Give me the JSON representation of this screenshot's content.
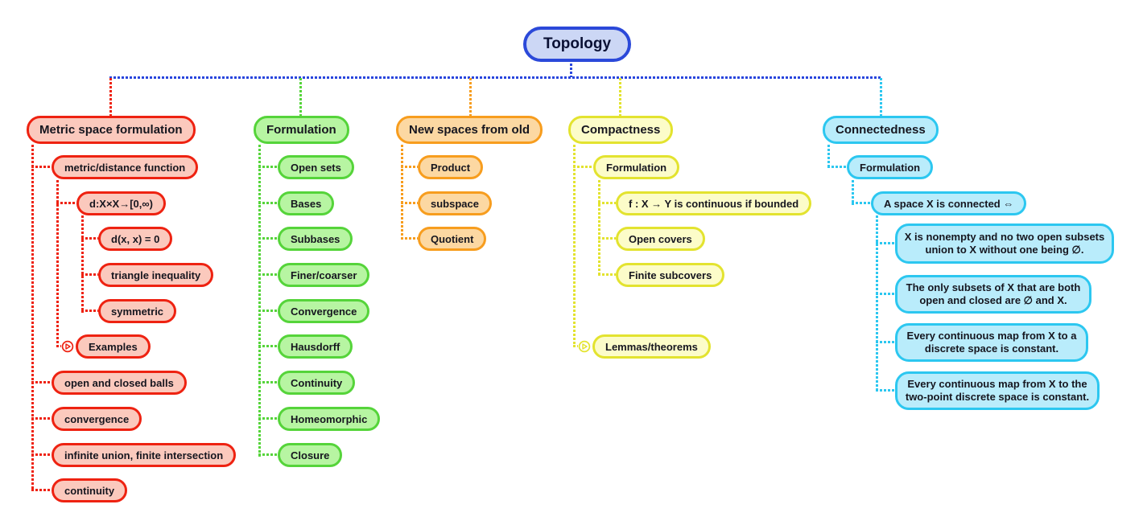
{
  "colors": {
    "root_border": "#2b49d9",
    "root_fill": "#ccd7f5",
    "red_border": "#ee2211",
    "red_fill": "#fbc9bd",
    "green_border": "#55d43a",
    "green_fill": "#b7f5a2",
    "orange_border": "#f79d1e",
    "orange_fill": "#fcd8a2",
    "yellow_border": "#e3e32f",
    "yellow_fill": "#fcfcc9",
    "cyan_border": "#2cc7f0",
    "cyan_fill": "#b9ecfb",
    "top_link": "#2946dd"
  },
  "map": {
    "root": {
      "label": "Topology"
    },
    "branches": [
      {
        "label": "Metric space formulation",
        "color": "red",
        "children": [
          {
            "label": "metric/distance function",
            "children": [
              {
                "label": "d:X×X→[0,∞)",
                "children": [
                  {
                    "label": "d(x, x) = 0"
                  },
                  {
                    "label": "triangle inequality"
                  },
                  {
                    "label": "symmetric"
                  }
                ]
              },
              {
                "label": "Examples",
                "collapsed": true
              }
            ]
          },
          {
            "label": "open and closed balls"
          },
          {
            "label": "convergence"
          },
          {
            "label": "infinite union, finite intersection"
          },
          {
            "label": "continuity"
          }
        ]
      },
      {
        "label": "Formulation",
        "color": "green",
        "children": [
          {
            "label": "Open sets"
          },
          {
            "label": "Bases"
          },
          {
            "label": "Subbases"
          },
          {
            "label": "Finer/coarser"
          },
          {
            "label": "Convergence"
          },
          {
            "label": "Hausdorff"
          },
          {
            "label": "Continuity"
          },
          {
            "label": "Homeomorphic"
          },
          {
            "label": "Closure"
          }
        ]
      },
      {
        "label": "New spaces from old",
        "color": "orange",
        "children": [
          {
            "label": "Product"
          },
          {
            "label": "subspace"
          },
          {
            "label": "Quotient"
          }
        ]
      },
      {
        "label": "Compactness",
        "color": "yellow",
        "children": [
          {
            "label": "Formulation",
            "children": [
              {
                "label": "f : X → Y is continuous if bounded"
              },
              {
                "label": "Open covers"
              },
              {
                "label": "Finite subcovers"
              }
            ]
          },
          {
            "label": "Lemmas/theorems",
            "collapsed": true
          }
        ]
      },
      {
        "label": "Connectedness",
        "color": "cyan",
        "children": [
          {
            "label": "Formulation",
            "children": [
              {
                "label": "A space X is connected ⇔",
                "children": [
                  {
                    "label": "X is nonempty and no two open subsets union to X without one being ∅."
                  },
                  {
                    "label": "The only subsets of X that are both open and closed are ∅ and X."
                  },
                  {
                    "label": "Every continuous map from X to a discrete space is constant."
                  },
                  {
                    "label": "Every continuous map from X to the two-point discrete space is constant."
                  }
                ]
              }
            ]
          }
        ]
      }
    ]
  }
}
